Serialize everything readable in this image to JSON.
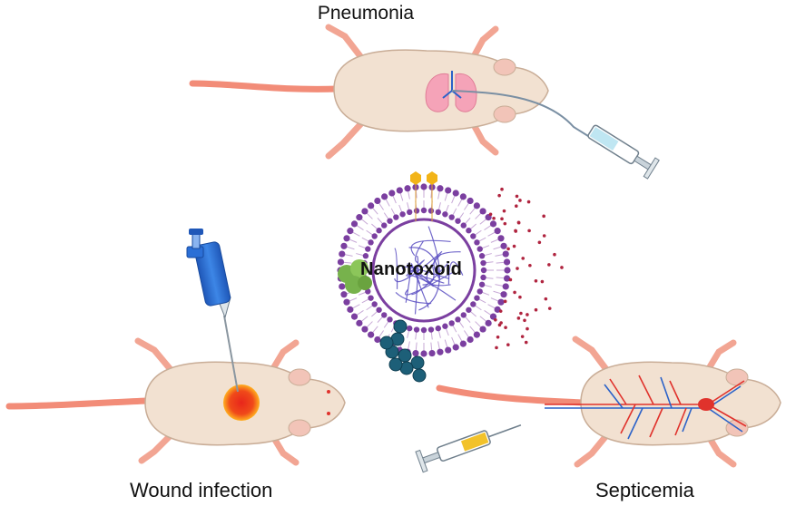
{
  "labels": {
    "pneumonia": "Pneumonia",
    "wound_infection": "Wound infection",
    "septicemia": "Septicemia",
    "nanotoxoid": "Nanotoxoid"
  },
  "colors": {
    "mouse_body": "#f2e1d1",
    "mouse_outline": "#c9ad97",
    "mouse_tail": "#f28c78",
    "lungs": "#f5a3b8",
    "membrane": "#7b3fa0",
    "core": "#5a4fc2",
    "toxin": "#77b24c",
    "antibody_beads": "#1d5f78",
    "glycan": "#f2b418",
    "wound": "#e8261b",
    "pipette": "#2b6fd6",
    "syringe_fluid_blue": "#bfe6f2",
    "syringe_fluid_yellow": "#f2c22a",
    "vessels_red": "#e0322c",
    "vessels_blue": "#2b62c9"
  }
}
